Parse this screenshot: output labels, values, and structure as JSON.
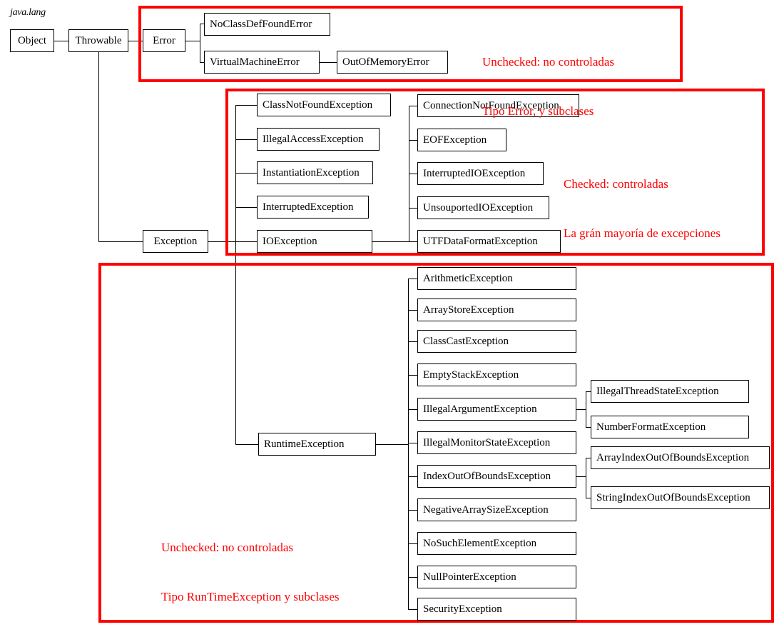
{
  "diagram": {
    "package_label": "java.lang",
    "root_nodes": [
      {
        "name": "Object",
        "label": "Object"
      },
      {
        "name": "Throwable",
        "label": "Throwable"
      },
      {
        "name": "Error",
        "label": "Error"
      },
      {
        "name": "Exception",
        "label": "Exception"
      },
      {
        "name": "RuntimeException",
        "label": "RuntimeException"
      }
    ],
    "error_subclasses": [
      {
        "name": "NoClassDefFoundError",
        "label": "NoClassDefFoundError"
      },
      {
        "name": "VirtualMachineError",
        "label": "VirtualMachineError"
      },
      {
        "name": "OutOfMemoryError",
        "label": "OutOfMemoryError"
      }
    ],
    "exception_subclasses": [
      {
        "name": "ClassNotFoundException",
        "label": "ClassNotFoundException"
      },
      {
        "name": "IllegalAccessException",
        "label": "IllegalAccessException"
      },
      {
        "name": "InstantiationException",
        "label": "InstantiationException"
      },
      {
        "name": "InterruptedException",
        "label": "InterruptedException"
      },
      {
        "name": "IOException",
        "label": "IOException"
      }
    ],
    "ioexception_subclasses": [
      {
        "name": "ConnectionNotFoundException",
        "label": "ConnectionNotFoundException"
      },
      {
        "name": "EOFException",
        "label": "EOFException"
      },
      {
        "name": "InterruptedIOException",
        "label": "InterruptedIOException"
      },
      {
        "name": "UnsouportedIOException",
        "label": "UnsouportedIOException"
      },
      {
        "name": "UTFDataFormatException",
        "label": "UTFDataFormatException"
      }
    ],
    "runtime_subclasses": [
      {
        "name": "ArithmeticException",
        "label": "ArithmeticException"
      },
      {
        "name": "ArrayStoreException",
        "label": "ArrayStoreException"
      },
      {
        "name": "ClassCastException",
        "label": "ClassCastException"
      },
      {
        "name": "EmptyStackException",
        "label": "EmptyStackException"
      },
      {
        "name": "IllegalArgumentException",
        "label": "IllegalArgumentException"
      },
      {
        "name": "IllegalMonitorStateException",
        "label": "IllegalMonitorStateException"
      },
      {
        "name": "IndexOutOfBoundsException",
        "label": "IndexOutOfBoundsException"
      },
      {
        "name": "NegativeArraySizeException",
        "label": "NegativeArraySizeException"
      },
      {
        "name": "NoSuchElementException",
        "label": "NoSuchElementException"
      },
      {
        "name": "NullPointerException",
        "label": "NullPointerException"
      },
      {
        "name": "SecurityException",
        "label": "SecurityException"
      }
    ],
    "illegal_argument_subclasses": [
      {
        "name": "IllegalThreadStateException",
        "label": "IllegalThreadStateException"
      },
      {
        "name": "NumberFormatException",
        "label": "NumberFormatException"
      }
    ],
    "index_out_of_bounds_subclasses": [
      {
        "name": "ArrayIndexOutOfBoundsException",
        "label": "ArrayIndexOutOfBoundsException"
      },
      {
        "name": "StringIndexOutOfBoundsException",
        "label": "StringIndexOutOfBoundsException"
      }
    ],
    "annotations": {
      "error_group": {
        "line1": "Unchecked: no controladas",
        "line2": "Tipo Error, y subclases"
      },
      "checked_group": {
        "line1": "Checked: controladas",
        "line2": "La grán mayoría de excepciones"
      },
      "runtime_group": {
        "line1": "Unchecked: no controladas",
        "line2": "Tipo RunTimeException y subclases"
      }
    },
    "colors": {
      "group_border": "#ff0000",
      "annotation_text": "#ff0000",
      "node_border": "#000000",
      "node_text": "#000000",
      "background": "#ffffff"
    }
  }
}
